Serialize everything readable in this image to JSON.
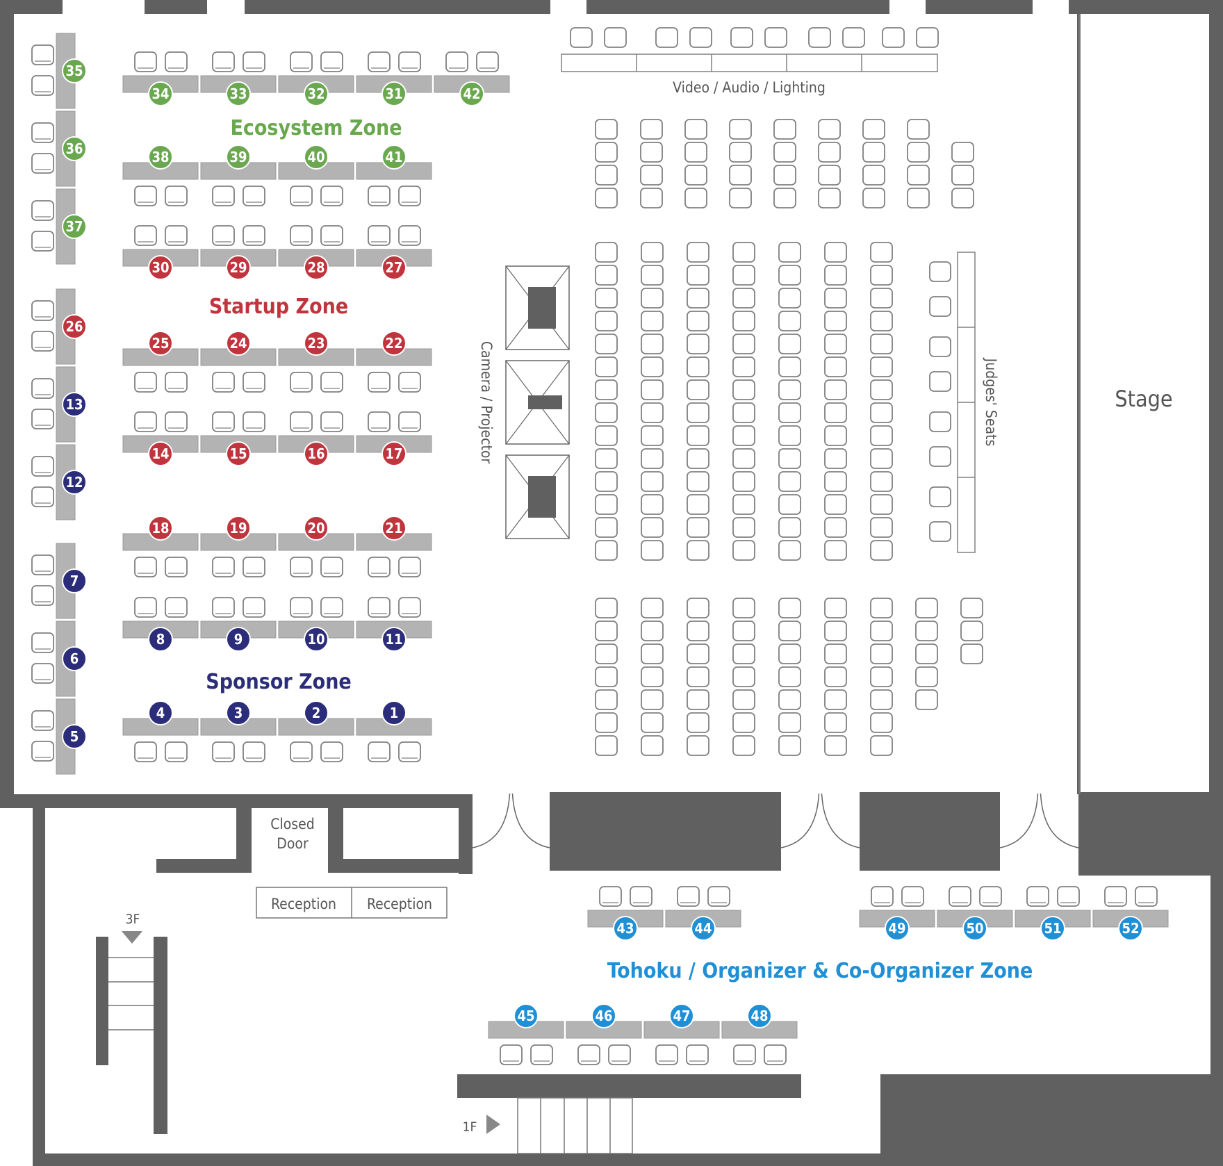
{
  "colors": {
    "wall": "#606060",
    "table": "#b3b3b3",
    "chair": "#808080",
    "ecosystem": "#6aa84f",
    "startup": "#c0343d",
    "sponsor": "#2b2d7a",
    "organizer": "#1f8fd6",
    "text": "#555555"
  },
  "zones": {
    "ecosystem": "Ecosystem Zone",
    "startup": "Startup Zone",
    "sponsor": "Sponsor Zone",
    "organizer": "Tohoku / Organizer & Co-Organizer Zone"
  },
  "labels": {
    "video": "Video / Audio / Lighting",
    "camera": "Camera / Projector",
    "judges": "Judges' Seats",
    "stage": "Stage",
    "closed_line1": "Closed",
    "closed_line2": "Door",
    "reception1": "Reception",
    "reception2": "Reception",
    "floor3": "3F",
    "floor1": "1F"
  },
  "booths": {
    "eco_top": [
      "34",
      "33",
      "32",
      "31",
      "42"
    ],
    "eco_mid": [
      "38",
      "39",
      "40",
      "41"
    ],
    "eco_side": [
      "35",
      "36",
      "37"
    ],
    "startup_a": [
      "30",
      "29",
      "28",
      "27"
    ],
    "startup_b": [
      "25",
      "24",
      "23",
      "22"
    ],
    "startup_c": [
      "14",
      "15",
      "16",
      "17"
    ],
    "startup_d": [
      "18",
      "19",
      "20",
      "21"
    ],
    "startup_side": [
      "26"
    ],
    "sponsor_side_a": [
      "13",
      "12"
    ],
    "sponsor_side_b": [
      "7",
      "6",
      "5"
    ],
    "sponsor_a": [
      "8",
      "9",
      "10",
      "11"
    ],
    "sponsor_b": [
      "4",
      "3",
      "2",
      "1"
    ],
    "org_a": [
      "43",
      "44"
    ],
    "org_b": [
      "49",
      "50",
      "51",
      "52"
    ],
    "org_c": [
      "45",
      "46",
      "47",
      "48"
    ]
  }
}
